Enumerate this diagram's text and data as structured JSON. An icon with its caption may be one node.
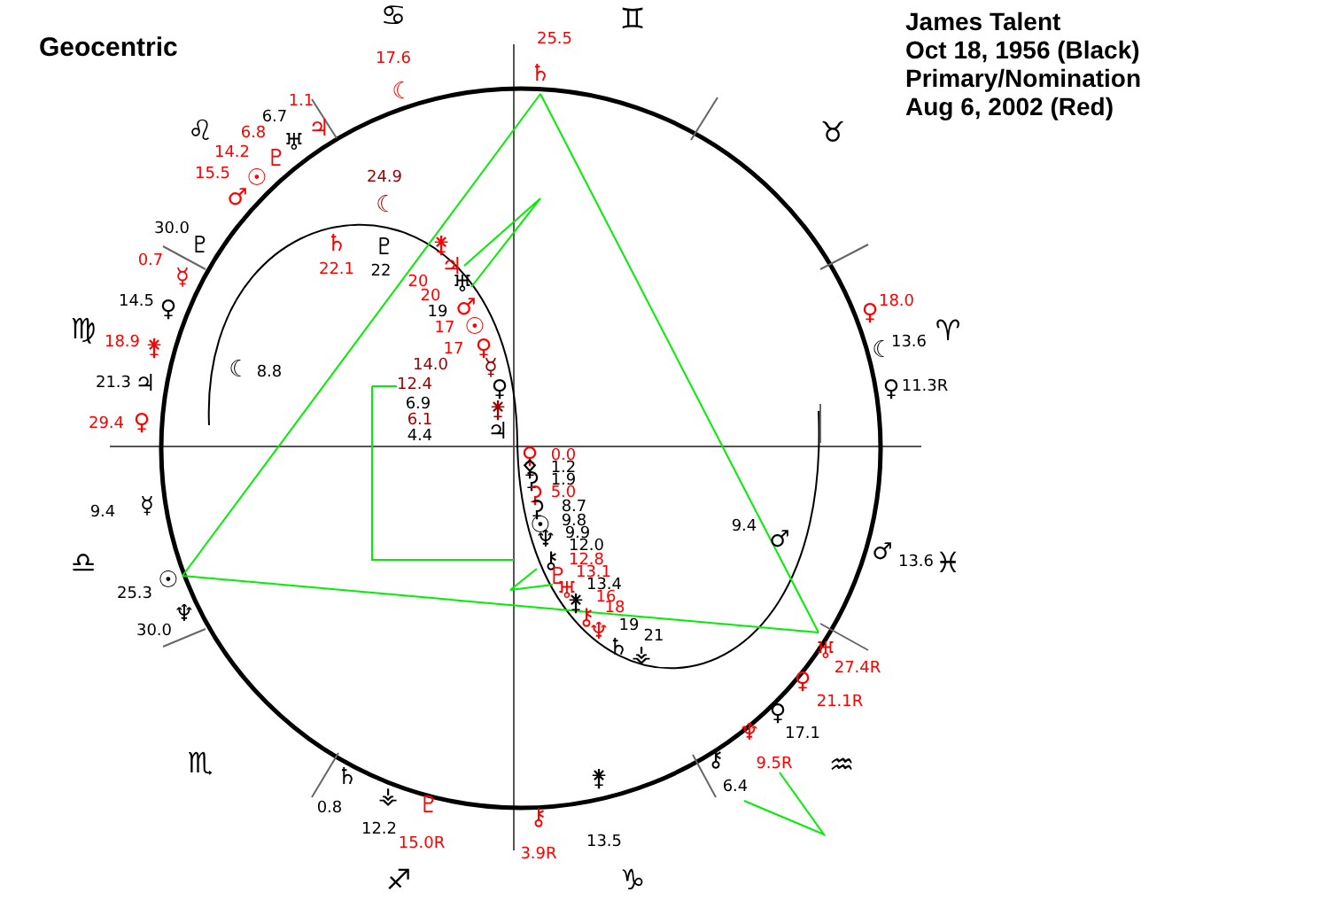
{
  "diagram": {
    "labels": [
      "Geocentric",
      "James Talent",
      "Oct 18, 1956 (Black)",
      "Primary/Nomination",
      "Aug 6, 2002 (Red)",
      "♋",
      "♊",
      "25.5",
      "17.6",
      "♄",
      "☾",
      "1.1",
      "♌",
      "6.8",
      "6.7",
      "♅",
      "♃",
      "♉",
      "14.2",
      "♇",
      "15.5",
      "☉",
      "24.9",
      "♂",
      "☾",
      "30.0",
      "♇",
      "♄",
      "♇",
      "⚵",
      "0.7",
      "☿",
      "22.1",
      "22",
      "20",
      "20",
      "♃",
      "♅",
      "14.5",
      "♀",
      "19",
      "♂",
      "♀",
      "18.0",
      "♍",
      "17",
      "☉",
      "♈",
      "18.9",
      "⚵",
      "17",
      "♀",
      "☾",
      "13.6",
      "☾",
      "8.8",
      "14.0",
      "☿",
      "21.3",
      "♃",
      "12.4",
      "♀",
      "♀",
      "11.3R",
      "6.9",
      "⚵",
      "29.4",
      "♀",
      "6.1",
      "4.4",
      "♃",
      "♀",
      "0.0",
      "⚴",
      "1.2",
      "⚳",
      "1.9",
      "⚳",
      "5.0",
      "9.4",
      "☿",
      "⚳",
      "8.7",
      "☉",
      "9.8",
      "♆",
      "9.9",
      "9.4",
      "♂",
      "♎",
      "⚷",
      "12.0",
      "12.8",
      "♂",
      "13.6",
      "♓",
      "☉",
      "♇",
      "13.1",
      "25.3",
      "♆",
      "♅",
      "⚵",
      "13.4",
      "16",
      "18",
      "⚷",
      "19",
      "30.0",
      "♆",
      "21",
      "♄",
      "⚶",
      "♅",
      "♀",
      "27.4R",
      "♀",
      "21.1R",
      "♆",
      "17.1",
      "♏",
      "⚷",
      "9.5R",
      "♒",
      "♄",
      "⚵",
      "6.4",
      "0.8",
      "⚶",
      "♇",
      "⚷",
      "12.2",
      "15.0R",
      "13.5",
      "3.9R",
      "♐",
      "♑"
    ]
  }
}
